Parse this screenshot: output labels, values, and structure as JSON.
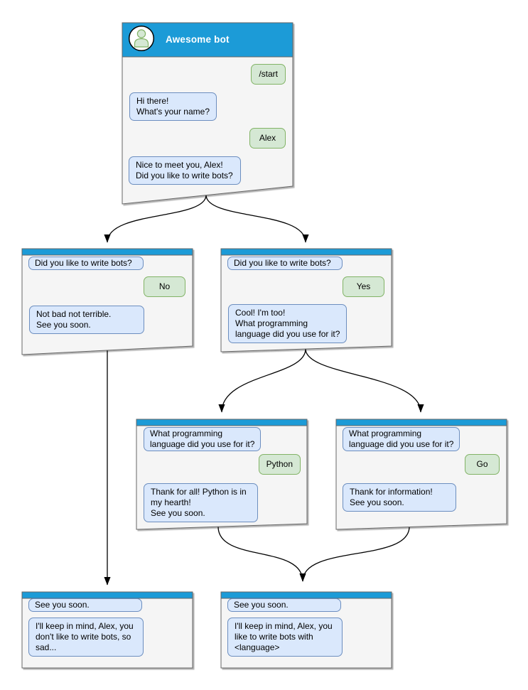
{
  "colors": {
    "header_blue": "#1E9BD7",
    "window_fill": "#F5F5F5",
    "window_border": "#666666",
    "bubble_blue_fill": "#DAE8FC",
    "bubble_blue_border": "#6C8EBF",
    "bubble_green_fill": "#D5E8D4",
    "bubble_green_border": "#82B366",
    "arrow_color": "#000000"
  },
  "windows": [
    {
      "id": "start",
      "title": "Awesome bot",
      "bubbles": [
        {
          "side": "right",
          "color": "green",
          "text": "/start"
        },
        {
          "side": "left",
          "color": "blue",
          "text": "Hi there!\nWhat's your name?"
        },
        {
          "side": "right",
          "color": "green",
          "text": "Alex"
        },
        {
          "side": "left",
          "color": "blue",
          "text": "Nice to meet you, Alex!\nDid you like to write bots?"
        }
      ]
    },
    {
      "id": "branch-no",
      "title": "",
      "bubbles": [
        {
          "side": "left",
          "color": "blue",
          "text": "Did you like to write bots?"
        },
        {
          "side": "right",
          "color": "green",
          "text": "No"
        },
        {
          "side": "left",
          "color": "blue",
          "text": "Not bad not terrible.\nSee you soon."
        }
      ]
    },
    {
      "id": "branch-yes",
      "title": "",
      "bubbles": [
        {
          "side": "left",
          "color": "blue",
          "text": "Did you like to write bots?"
        },
        {
          "side": "right",
          "color": "green",
          "text": "Yes"
        },
        {
          "side": "left",
          "color": "blue",
          "text": "Cool! I'm too!\nWhat programming\nlanguage did you use for it?"
        }
      ]
    },
    {
      "id": "branch-python",
      "title": "",
      "bubbles": [
        {
          "side": "left",
          "color": "blue",
          "text": "What programming\nlanguage did you use for it?"
        },
        {
          "side": "right",
          "color": "green",
          "text": "Python"
        },
        {
          "side": "left",
          "color": "blue",
          "text": "Thank for all! Python is in\nmy hearth!\nSee you soon."
        }
      ]
    },
    {
      "id": "branch-go",
      "title": "",
      "bubbles": [
        {
          "side": "left",
          "color": "blue",
          "text": "What programming\nlanguage did you use for it?"
        },
        {
          "side": "right",
          "color": "green",
          "text": "Go"
        },
        {
          "side": "left",
          "color": "blue",
          "text": "Thank for information!\nSee you soon."
        }
      ]
    },
    {
      "id": "end-no",
      "title": "",
      "bubbles": [
        {
          "side": "left",
          "color": "blue",
          "text": "See you soon."
        },
        {
          "side": "left",
          "color": "blue",
          "text": "I'll keep in mind, Alex, you\ndon't like to write bots, so\nsad..."
        }
      ]
    },
    {
      "id": "end-yes",
      "title": "",
      "bubbles": [
        {
          "side": "left",
          "color": "blue",
          "text": "See you soon."
        },
        {
          "side": "left",
          "color": "blue",
          "text": "I'll keep in mind, Alex, you\nlike to write bots with\n<language>"
        }
      ]
    }
  ],
  "edges": [
    {
      "from": "start",
      "to": "branch-no"
    },
    {
      "from": "start",
      "to": "branch-yes"
    },
    {
      "from": "branch-yes",
      "to": "branch-python"
    },
    {
      "from": "branch-yes",
      "to": "branch-go"
    },
    {
      "from": "branch-no",
      "to": "end-no"
    },
    {
      "from": "branch-python",
      "to": "end-yes"
    },
    {
      "from": "branch-go",
      "to": "end-yes"
    }
  ]
}
